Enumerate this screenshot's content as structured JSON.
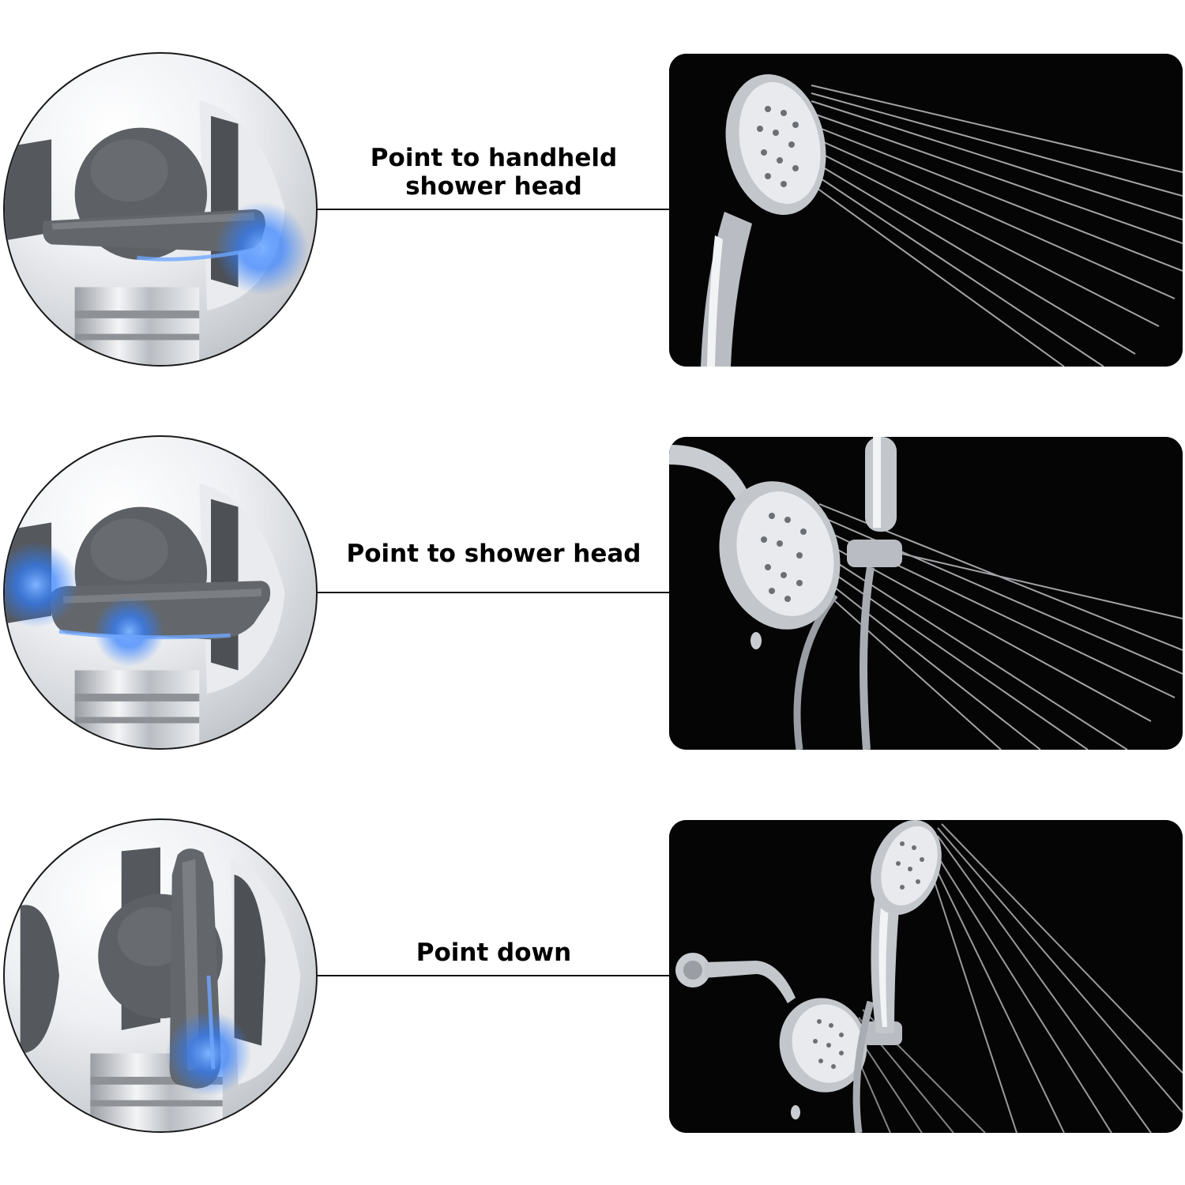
{
  "steps": [
    {
      "caption_lines": [
        "Point to handheld",
        "shower head"
      ],
      "lever": "horizontal",
      "glow": "right",
      "scene": "handheld-spray"
    },
    {
      "caption_lines": [
        "Point to shower head"
      ],
      "lever": "horizontal",
      "glow": "left",
      "scene": "overhead-spray"
    },
    {
      "caption_lines": [
        "Point down"
      ],
      "lever": "vertical",
      "glow": "bottom",
      "scene": "dual-spray"
    }
  ],
  "colors": {
    "background": "#ffffff",
    "panel": "#050505",
    "lever": "#5d6166",
    "chrome": "#d4d7db",
    "glow": "#2f7dff",
    "line": "#111111",
    "text": "#000000"
  }
}
